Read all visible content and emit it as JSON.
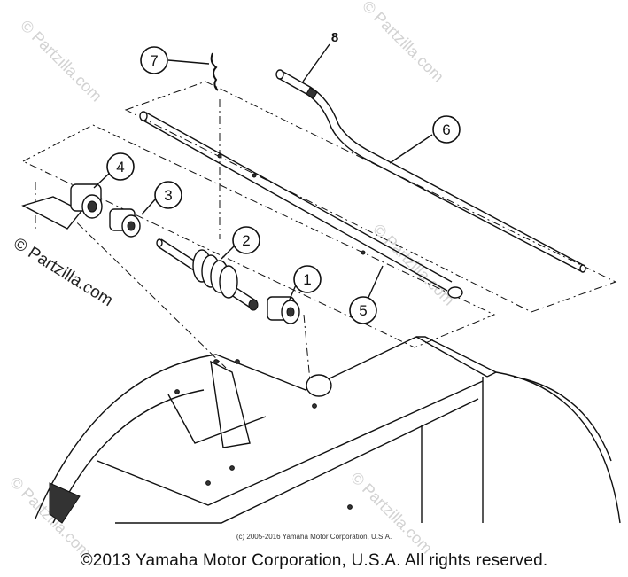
{
  "callouts": [
    {
      "label": "1"
    },
    {
      "label": "2"
    },
    {
      "label": "3"
    },
    {
      "label": "4"
    },
    {
      "label": "5"
    },
    {
      "label": "6"
    },
    {
      "label": "7"
    },
    {
      "label": "8"
    }
  ],
  "watermark": "© Partzilla.com",
  "small_copyright": "(c) 2005-2016 Yamaha Motor Corporation, U.S.A.",
  "footer_copyright": "©2013 Yamaha Motor Corporation, U.S.A. All rights reserved."
}
